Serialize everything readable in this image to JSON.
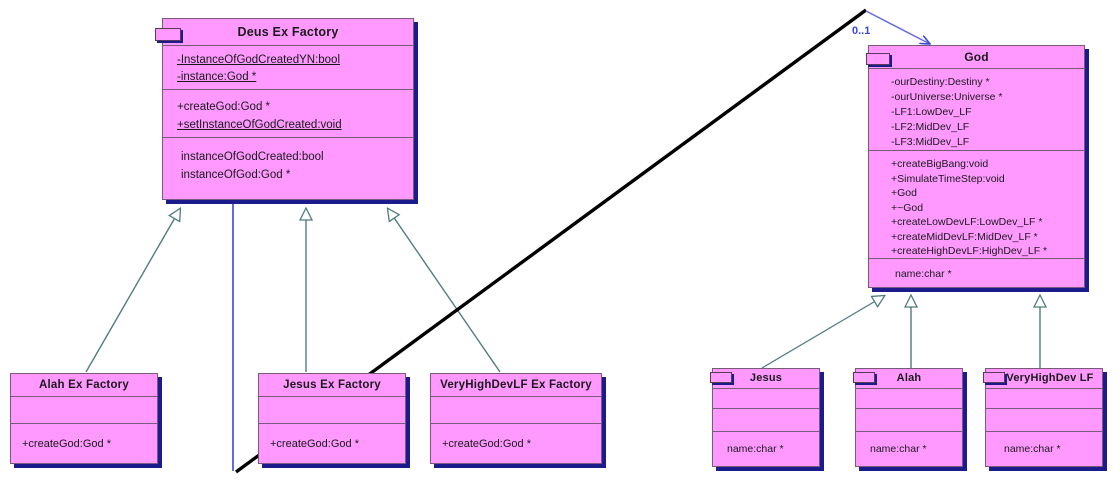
{
  "diagram": {
    "type": "uml-class-diagram",
    "background": "#ffffff",
    "class_fill": "#FF99FF",
    "class_border": "#7a5a7a",
    "shadow_color": "#1b1b8c",
    "inheritance_color": "#4f7d7d",
    "association_color": "#3a47d8",
    "annotation_line_color": "#000000"
  },
  "classes": {
    "deus_ex_factory": {
      "name": "Deus Ex Factory",
      "attributes": [
        {
          "text": "-InstanceOfGodCreatedYN:bool",
          "static": true
        },
        {
          "text": "-instance:God *",
          "static": true
        }
      ],
      "operations": [
        {
          "text": "+createGod:God *",
          "static": false
        },
        {
          "text": "+setInstanceOfGodCreated:void",
          "static": true
        }
      ],
      "extras": [
        {
          "text": "instanceOfGodCreated:bool",
          "static": false
        },
        {
          "text": "instanceOfGod:God *",
          "static": false
        }
      ]
    },
    "god": {
      "name": "God",
      "attributes": [
        {
          "text": "-ourDestiny:Destiny *",
          "static": false
        },
        {
          "text": "-ourUniverse:Universe *",
          "static": false
        },
        {
          "text": "-LF1:LowDev_LF",
          "static": false
        },
        {
          "text": "-LF2:MidDev_LF",
          "static": false
        },
        {
          "text": "-LF3:MidDev_LF",
          "static": false
        }
      ],
      "operations": [
        {
          "text": "+createBigBang:void",
          "static": false
        },
        {
          "text": "+SimulateTimeStep:void",
          "static": false
        },
        {
          "text": "+God",
          "static": false
        },
        {
          "text": "+~God",
          "static": false
        },
        {
          "text": "+createLowDevLF:LowDev_LF *",
          "static": false
        },
        {
          "text": "+createMidDevLF:MidDev_LF *",
          "static": false
        },
        {
          "text": "+createHighDevLF:HighDev_LF *",
          "static": false
        }
      ],
      "extras": [
        {
          "text": "name:char *",
          "static": false
        }
      ]
    },
    "alah_ex_factory": {
      "name": "Alah Ex Factory",
      "attributes": [],
      "operations": [
        {
          "text": "+createGod:God *",
          "static": false
        }
      ]
    },
    "jesus_ex_factory": {
      "name": "Jesus Ex Factory",
      "attributes": [],
      "operations": [
        {
          "text": "+createGod:God *",
          "static": false
        }
      ]
    },
    "veryhighdevlf_ex_factory": {
      "name": "VeryHighDevLF Ex Factory",
      "attributes": [],
      "operations": [
        {
          "text": "+createGod:God *",
          "static": false
        }
      ]
    },
    "jesus": {
      "name": "Jesus",
      "extras": [
        {
          "text": "name:char *",
          "static": false
        }
      ]
    },
    "alah": {
      "name": "Alah",
      "extras": [
        {
          "text": "name:char *",
          "static": false
        }
      ]
    },
    "veryhighdev_lf": {
      "name": "VeryHighDev LF",
      "extras": [
        {
          "text": "name:char *",
          "static": false
        }
      ]
    }
  },
  "relationships": {
    "association_multiplicity": "0..1",
    "inheritance_edges": [
      {
        "from": "alah_ex_factory",
        "to": "deus_ex_factory"
      },
      {
        "from": "jesus_ex_factory",
        "to": "deus_ex_factory"
      },
      {
        "from": "veryhighdevlf_ex_factory",
        "to": "deus_ex_factory"
      },
      {
        "from": "jesus",
        "to": "god"
      },
      {
        "from": "alah",
        "to": "god"
      },
      {
        "from": "veryhighdev_lf",
        "to": "god"
      }
    ],
    "association_edges": [
      {
        "from": "deus_ex_factory",
        "to": "god",
        "multiplicity": "0..1"
      }
    ]
  }
}
